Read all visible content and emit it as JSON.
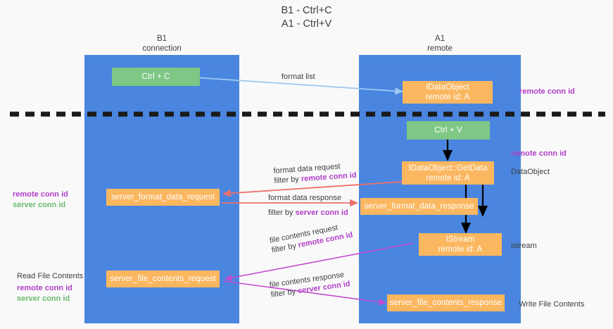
{
  "page": {
    "title": "B1 - Ctrl+C\nA1 - Ctrl+V",
    "background": "#f9f9f9"
  },
  "colors": {
    "lane": "#4a86e0",
    "green_box": "#7ec785",
    "orange_box": "#fbb760",
    "purple_text": "#b03fc8",
    "green_text": "#6aba6f",
    "body_text": "#3c4043",
    "arrow_blue": "#9ec9ef",
    "arrow_red": "#ef6f6a",
    "arrow_magenta": "#c44ad0",
    "arrow_black": "#000000",
    "divider": "#1a1a1a"
  },
  "lanes": [
    {
      "id": "b1",
      "heading": "B1\nconnection"
    },
    {
      "id": "a1",
      "heading": "A1\nremote"
    }
  ],
  "boxes": {
    "ctrl_c": "Ctrl + C",
    "ctrl_v": "Ctrl + V",
    "idataobject": "IDataObject\nremote id: A",
    "idataobject_getdata": "IDataObject::GetData\nremote id: A",
    "istream": "IStream\nremote id: A",
    "server_format_data_request": "server_format_data_request",
    "server_format_data_response": "server_format_data_response",
    "server_file_contents_request": "server_file_contents_request",
    "server_file_contents_response": "server_file_contents_response"
  },
  "arrow_labels": {
    "format_list": "format list",
    "format_data_request_line1": "format data request",
    "format_data_request_line2_prefix": "filter by ",
    "format_data_request_line2_key": "remote conn id",
    "format_data_response_line1": "format data response",
    "format_data_response_line2_prefix": "filter by ",
    "format_data_response_line2_key": "server conn id",
    "file_contents_request_line1": "file contents request",
    "file_contents_request_line2_prefix": "filter by ",
    "file_contents_request_line2_key": "remote conn id",
    "file_contents_response_line1": "file contents response",
    "file_contents_response_line2_prefix": "filter by ",
    "file_contents_response_line2_key": "server conn id"
  },
  "right_annotations": [
    {
      "id": "remote-conn-id-top",
      "text": "remote conn id",
      "style": "purple"
    },
    {
      "id": "remote-conn-id-middle",
      "text": "remote conn id",
      "style": "purple"
    },
    {
      "id": "dataobject",
      "text": "DataObject",
      "style": "plain"
    },
    {
      "id": "istream",
      "text": "Istream",
      "style": "plain"
    },
    {
      "id": "write-file-contents",
      "text": "Write File Contents",
      "style": "plain"
    }
  ],
  "left_annotations": {
    "middle": {
      "remote": "remote conn id",
      "server": "server conn id"
    },
    "bottom": {
      "heading": "Read File Contents",
      "remote": "remote conn id",
      "server": "server conn id"
    }
  }
}
